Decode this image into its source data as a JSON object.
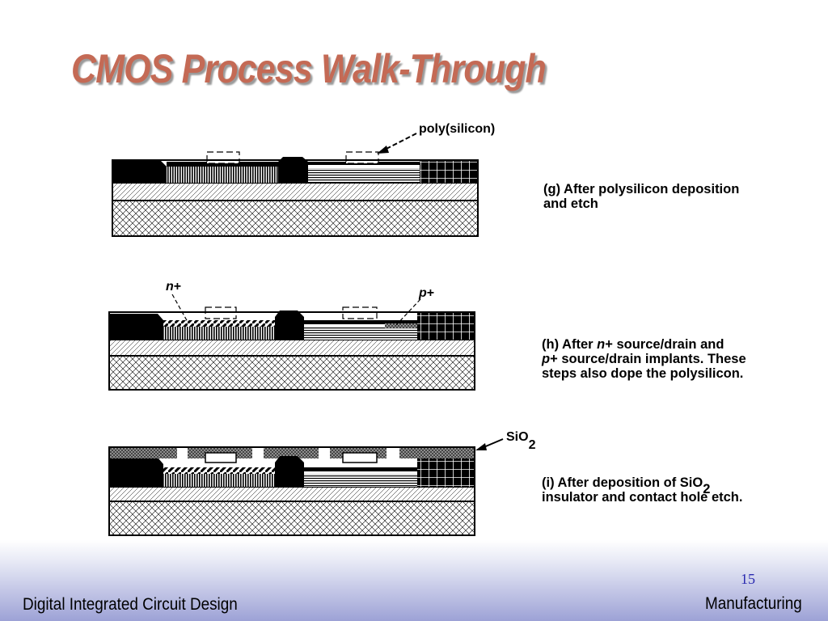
{
  "slide": {
    "title": "CMOS Process Walk-Through",
    "page_number": "15",
    "footer_left": "Digital Integrated Circuit Design",
    "footer_right": "Manufacturing"
  },
  "labels": {
    "poly": "poly(silicon)",
    "n_plus_n": "n",
    "n_plus_sign": "+",
    "p_plus_p": "p",
    "p_plus_sign": "+",
    "sio2_main": "SiO",
    "sio2_sub": "2"
  },
  "captions": {
    "g_line1": "(g) After polysilicon deposition",
    "g_line2": "and etch",
    "h_line1_pre": "(h) After ",
    "h_line1_n": "n",
    "h_line1_plus": "+",
    "h_line1_post": " source/drain and",
    "h_line2_p": "p",
    "h_line2_plus": "+",
    "h_line2_post": " source/drain implants. These",
    "h_line3": "steps also dope the polysilicon.",
    "i_line1": "(i) After deposition of SiO",
    "i_line1_sub": "2",
    "i_line2": "insulator and contact hole etch."
  }
}
